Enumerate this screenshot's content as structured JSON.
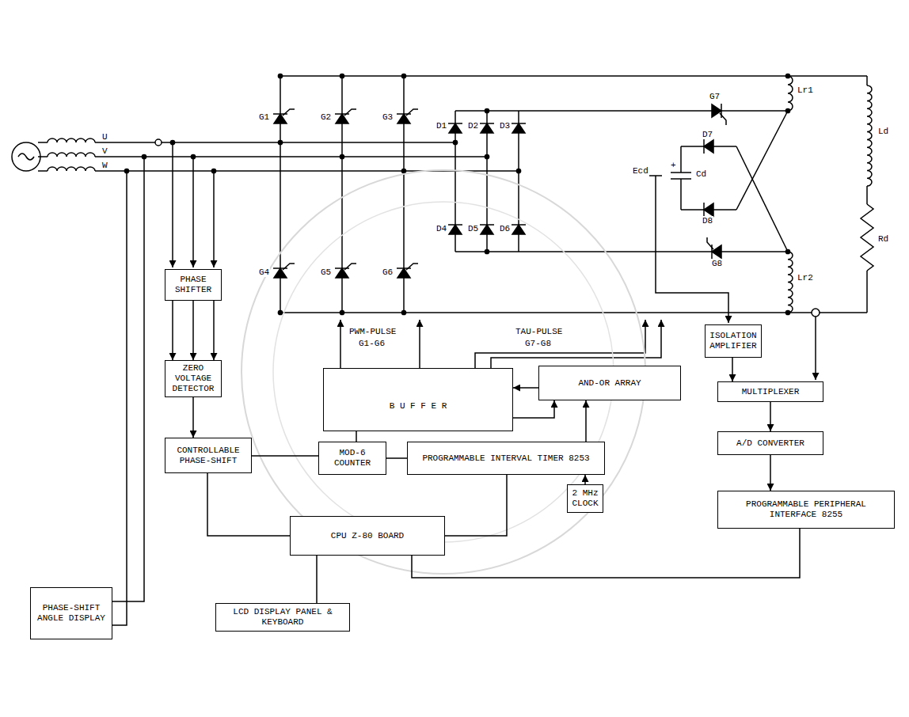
{
  "diagram": {
    "nodes": [
      {
        "text": [
          "PHASE SHIFTER"
        ]
      },
      {
        "text": [
          "ZERO VOLTAGE DETECTOR"
        ]
      },
      {
        "text": [
          "CONTROLLABLE PHASE-SHIFT"
        ]
      },
      {
        "text": [
          "B U F F E R"
        ]
      },
      {
        "text": [
          "AND-OR ARRAY"
        ]
      },
      {
        "text": [
          "MOD-6 COUNTER"
        ]
      },
      {
        "text": [
          "PROGRAMMABLE INTERVAL TIMER 8253"
        ]
      },
      {
        "text": [
          "2 MHz CLOCK"
        ]
      },
      {
        "text": [
          "CPU Z-80 BOARD"
        ]
      },
      {
        "text": [
          "LCD DISPLAY PANEL & KEYBOARD"
        ]
      },
      {
        "text": [
          "PHASE-SHIFT ANGLE DISPLAY"
        ]
      },
      {
        "text": [
          "ISOLATION AMPLIFIER"
        ]
      },
      {
        "text": [
          "MULTIPLEXER"
        ]
      },
      {
        "text": [
          "A/D CONVERTER"
        ]
      },
      {
        "text": [
          "PROGRAMMABLE PERIPHERAL INTERFACE 8255"
        ]
      }
    ],
    "edges": [
      {
        "from": 0,
        "to": 1,
        "arrow": "to"
      },
      {
        "from": 1,
        "to": 2,
        "arrow": "to"
      },
      {
        "from": 4,
        "to": 3,
        "arrow": "to"
      },
      {
        "from": 5,
        "to": 4,
        "arrow": "to"
      },
      {
        "from": 6,
        "to": 4,
        "arrow": "to"
      },
      {
        "from": 7,
        "to": 6,
        "arrow": "to"
      },
      {
        "from": 5,
        "to": 6,
        "arrow": "none"
      },
      {
        "from": 2,
        "to": 5,
        "arrow": "none"
      },
      {
        "from": 8,
        "to": 2,
        "arrow": "none"
      },
      {
        "from": 8,
        "to": 6,
        "arrow": "none"
      },
      {
        "from": 8,
        "to": 9,
        "arrow": "none"
      },
      {
        "from": 11,
        "to": 12,
        "arrow": "to"
      },
      {
        "from": 12,
        "to": 13,
        "arrow": "to"
      },
      {
        "from": 13,
        "to": 14,
        "arrow": "to"
      },
      {
        "from": 14,
        "to": 8,
        "arrow": "none"
      }
    ],
    "labels": [
      "G1",
      "G2",
      "G3",
      "G4",
      "G5",
      "G6",
      "G7",
      "G8",
      "D1",
      "D2",
      "D3",
      "D4",
      "D5",
      "D6",
      "D7",
      "D8",
      "Lr1",
      "Lr2",
      "Ld",
      "Rd",
      "Cd",
      "+",
      "Ecd",
      "U",
      "V",
      "W",
      "PWM-PULSE",
      "G1-G6",
      "TAU-PULSE",
      "G7-G8"
    ]
  }
}
